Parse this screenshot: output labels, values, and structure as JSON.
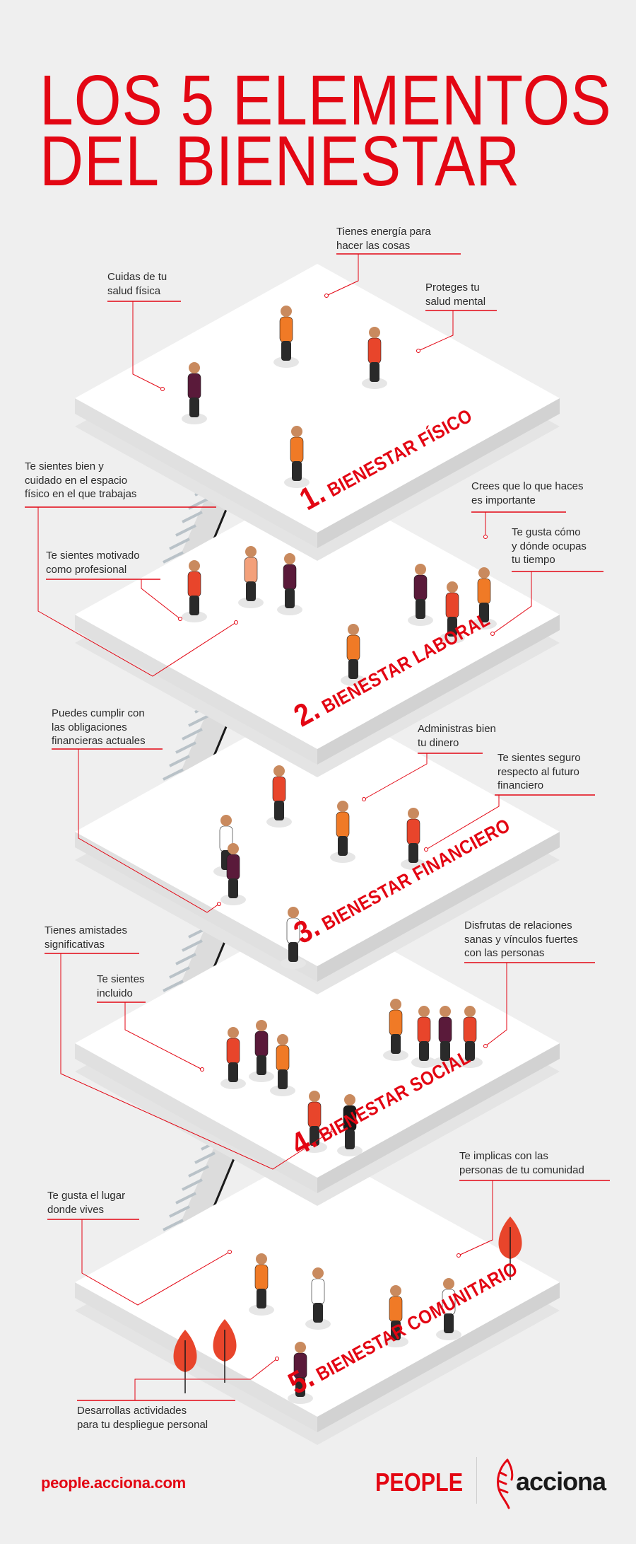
{
  "title": {
    "line1": "LOS 5 ELEMENTOS",
    "line2": "DEL BIENESTAR"
  },
  "colors": {
    "accent": "#e30613",
    "platform": "#ffffff",
    "background": "#efefef",
    "text": "#2b2b2b"
  },
  "platforms": [
    {
      "number": "1.",
      "label": "BIENESTAR FÍSICO",
      "callouts": [
        {
          "lines": [
            "Cuidas de tu",
            "salud física"
          ]
        },
        {
          "lines": [
            "Tienes energía para",
            "hacer las cosas"
          ]
        },
        {
          "lines": [
            "Proteges tu",
            "salud mental"
          ]
        }
      ]
    },
    {
      "number": "2.",
      "label": "BIENESTAR LABORAL",
      "callouts": [
        {
          "lines": [
            "Te sientes bien y",
            "cuidado en el espacio",
            "físico en el que trabajas"
          ]
        },
        {
          "lines": [
            "Te sientes motivado",
            "como profesional"
          ]
        },
        {
          "lines": [
            "Crees que lo que haces",
            "es importante"
          ]
        },
        {
          "lines": [
            "Te gusta cómo",
            "y dónde ocupas",
            "tu tiempo"
          ]
        }
      ]
    },
    {
      "number": "3.",
      "label": "BIENESTAR FINANCIERO",
      "callouts": [
        {
          "lines": [
            "Puedes cumplir con",
            "las obligaciones",
            "financieras actuales"
          ]
        },
        {
          "lines": [
            "Administras bien",
            "tu dinero"
          ]
        },
        {
          "lines": [
            "Te sientes seguro",
            "respecto al futuro",
            "financiero"
          ]
        }
      ]
    },
    {
      "number": "4.",
      "label": "BIENESTAR SOCIAL",
      "callouts": [
        {
          "lines": [
            "Tienes amistades",
            "significativas"
          ]
        },
        {
          "lines": [
            "Te sientes",
            "incluido"
          ]
        },
        {
          "lines": [
            "Disfrutas de relaciones",
            "sanas y vínculos fuertes",
            "con las personas"
          ]
        }
      ]
    },
    {
      "number": "5.",
      "label": "BIENESTAR COMUNITARIO",
      "callouts": [
        {
          "lines": [
            "Te gusta el lugar",
            "donde vives"
          ]
        },
        {
          "lines": [
            "Te implicas con las",
            "personas de tu comunidad"
          ]
        },
        {
          "lines": [
            "Desarrollas actividades",
            "para tu despliegue personal"
          ]
        }
      ]
    }
  ],
  "footer": {
    "url": "people.acciona.com",
    "people_logo": "PEOPLE",
    "brand_logo": "acciona"
  },
  "icons": [
    "leaf-logo-icon",
    "callout-dot-icon"
  ]
}
